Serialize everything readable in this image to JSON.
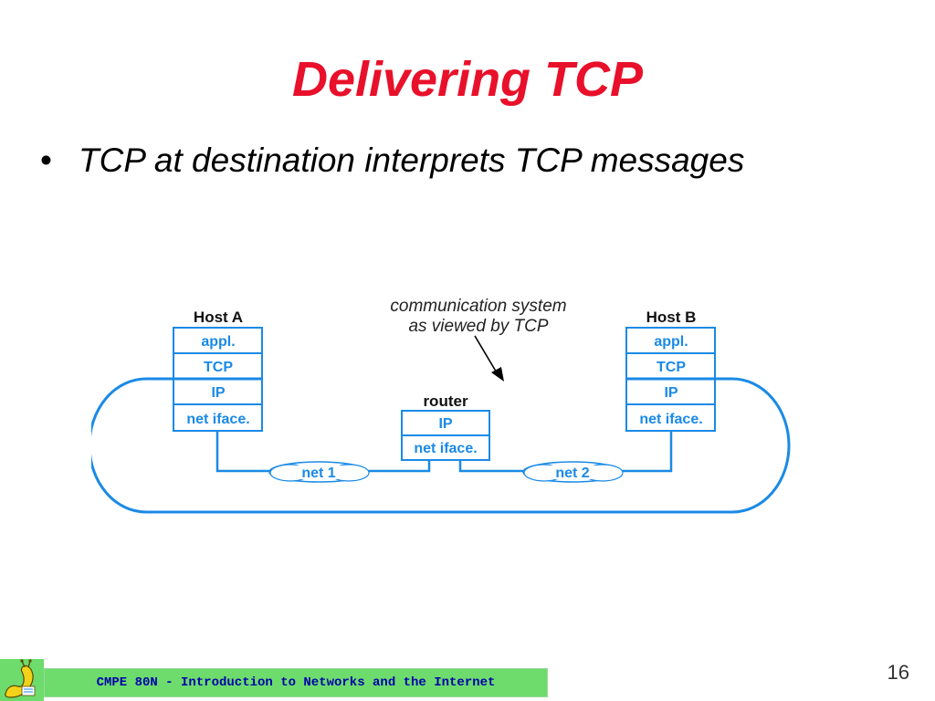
{
  "slide": {
    "title": "Delivering TCP",
    "bullet": "TCP at destination interprets TCP messages",
    "page_number": "16",
    "footer": "CMPE 80N - Introduction to Networks and the Internet"
  },
  "diagram": {
    "annotation_line1": "communication system",
    "annotation_line2": "as viewed by TCP",
    "host_a": {
      "title": "Host A",
      "layers": [
        "appl.",
        "TCP",
        "IP",
        "net iface."
      ]
    },
    "host_b": {
      "title": "Host B",
      "layers": [
        "appl.",
        "TCP",
        "IP",
        "net iface."
      ]
    },
    "router": {
      "title": "router",
      "layers": [
        "IP",
        "net iface."
      ]
    },
    "networks": [
      "net 1",
      "net 2"
    ]
  },
  "colors": {
    "title": "#e8102a",
    "diagram_blue": "#1a8ae6",
    "footer_background": "#6ddc6d",
    "footer_text": "#0000aa"
  }
}
